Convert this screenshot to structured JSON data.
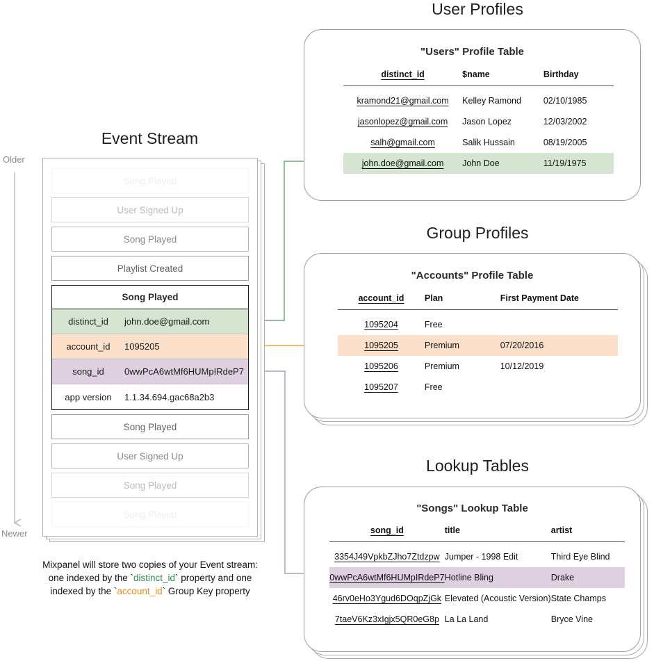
{
  "sections": {
    "user_profiles_title": "User Profiles",
    "group_profiles_title": "Group Profiles",
    "lookup_tables_title": "Lookup Tables",
    "event_stream_title": "Event Stream"
  },
  "timeline": {
    "older_label": "Older",
    "newer_label": "Newer"
  },
  "event_stream": {
    "events_before": [
      {
        "label": "Song Played",
        "fade": "f-05"
      },
      {
        "label": "User Signed Up",
        "fade": "f-35"
      },
      {
        "label": "Song Played",
        "fade": "f-65"
      },
      {
        "label": "Playlist Created",
        "fade": "f-90"
      }
    ],
    "expanded_event": {
      "title": "Song Played",
      "properties": [
        {
          "key": "distinct_id",
          "value": "john.doe@gmail.com",
          "color": "green"
        },
        {
          "key": "account_id",
          "value": "1095205",
          "color": "peach"
        },
        {
          "key": "song_id",
          "value": "0wwPcA6wtMf6HUMpIRdeP7",
          "color": "purple"
        },
        {
          "key": "app version",
          "value": "1.1.34.694.gac68a2b3",
          "color": "plain"
        }
      ]
    },
    "events_after": [
      {
        "label": "Song Played",
        "fade": "f-90"
      },
      {
        "label": "User Signed Up",
        "fade": "f-65"
      },
      {
        "label": "Song Played",
        "fade": "f-35"
      },
      {
        "label": "Song Played",
        "fade": "f-05"
      }
    ]
  },
  "caption": {
    "line1": "Mixpanel will store two copies of your Event stream:",
    "line2_a": "one indexed by the `",
    "line2_token": "distinct_id",
    "line2_b": "` property and one",
    "line3_a": "indexed by the `",
    "line3_token": "account_id",
    "line3_b": "` Group Key property"
  },
  "users_table": {
    "title": "\"Users\" Profile Table",
    "headers": [
      "distinct_id",
      "$name",
      "Birthday"
    ],
    "rows": [
      {
        "cells": [
          "kramond21@gmail.com",
          "Kelley Ramond",
          "02/10/1985"
        ],
        "highlight": ""
      },
      {
        "cells": [
          "jasonlopez@gmail.com",
          "Jason Lopez",
          "12/03/2002"
        ],
        "highlight": ""
      },
      {
        "cells": [
          "salh@gmail.com",
          "Salik Hussain",
          "08/19/2005"
        ],
        "highlight": ""
      },
      {
        "cells": [
          "john.doe@gmail.com",
          "John Doe",
          "11/19/1975"
        ],
        "highlight": "hl-green"
      }
    ]
  },
  "accounts_table": {
    "title": "\"Accounts\" Profile Table",
    "headers": [
      "account_id",
      "Plan",
      "First Payment Date"
    ],
    "rows": [
      {
        "cells": [
          "1095204",
          "Free",
          ""
        ],
        "highlight": ""
      },
      {
        "cells": [
          "1095205",
          "Premium",
          "07/20/2016"
        ],
        "highlight": "hl-peach"
      },
      {
        "cells": [
          "1095206",
          "Premium",
          "10/12/2019"
        ],
        "highlight": ""
      },
      {
        "cells": [
          "1095207",
          "Free",
          ""
        ],
        "highlight": ""
      }
    ]
  },
  "songs_table": {
    "title": "\"Songs\" Lookup Table",
    "headers": [
      "song_id",
      "title",
      "artist"
    ],
    "rows": [
      {
        "cells": [
          "3354J49VpkbZJho7Ztdzpw",
          "Jumper - 1998 Edit",
          "Third Eye Blind"
        ],
        "highlight": ""
      },
      {
        "cells": [
          "0wwPcA6wtMf6HUMpIRdeP7",
          "Hotline Bling",
          "Drake"
        ],
        "highlight": "hl-purple"
      },
      {
        "cells": [
          "46rv0eHo3Ygud6DOqpZjGk",
          "Elevated (Acoustic Version)",
          "State Champs"
        ],
        "highlight": ""
      },
      {
        "cells": [
          "7taeV6Kz3xIgjx5QR0eG8p",
          "La La Land",
          "Bryce Vine"
        ],
        "highlight": ""
      }
    ]
  },
  "colors": {
    "green": "#d5e5d1",
    "peach": "#fce0c9",
    "purple": "#ded0e1",
    "connector_green": "#6aab6f",
    "connector_orange": "#e8a33d",
    "connector_purple": "#b49dba",
    "timeline_gray": "#b3b3b3"
  }
}
